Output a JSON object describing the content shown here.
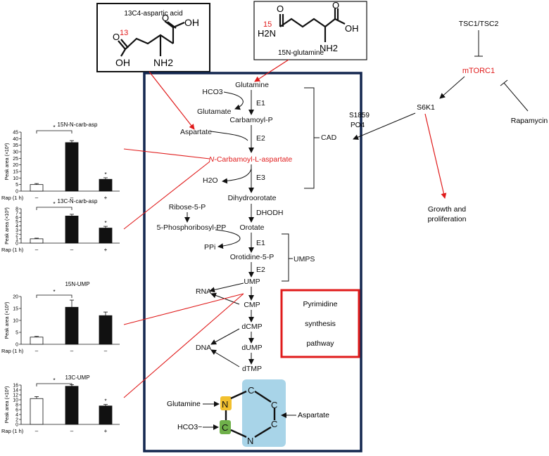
{
  "structures": {
    "aspartic": {
      "label": "13C4-aspartic acid",
      "isotope": "13",
      "oh1": "OH",
      "oh2": "OH",
      "o1": "O",
      "o2": "O",
      "nh2": "NH2"
    },
    "glutamine": {
      "label": "15N-glutamine",
      "isotope": "15",
      "h2n": "H2N",
      "oh": "OH",
      "o1": "O",
      "o2": "O",
      "nh2": "NH2"
    }
  },
  "pathway": {
    "glutamine": "Glutamine",
    "hco3": "HCO3",
    "e1": "E1",
    "glutamate": "Glutamate",
    "carbamoyl_p": "Carbamoyl-P",
    "aspartate": "Aspartate",
    "e2": "E2",
    "n_carbamoyl_italic": "N",
    "n_carbamoyl_rest": "-Carbamoyl-L-aspartate",
    "h2o": "H2O",
    "e3": "E3",
    "dihydroorotate": "Dihydroorotate",
    "dhodh": "DHODH",
    "ribose": "Ribose-5-P",
    "prpp": "5-Phosphoribosyl-PP",
    "orotate": "Orotate",
    "ppi": "PPi",
    "e1b": "E1",
    "orotidine": "Orotidine-5-P",
    "e2b": "E2",
    "ump": "UMP",
    "rna": "RNA",
    "cmp": "CMP",
    "dcmp": "dCMP",
    "dna": "DNA",
    "dump": "dUMP",
    "dtmp": "dTMP",
    "cad": "CAD",
    "umps": "UMPS"
  },
  "signaling": {
    "tsc": "TSC1/TSC2",
    "mtorc1": "mTORC1",
    "s6k1": "S6K1",
    "rapamycin": "Rapamycin",
    "s1859": "S1859",
    "po4": "PO4",
    "growth1": "Growth and",
    "growth2": "proliferation"
  },
  "pathway_box": {
    "line1": "Pyrimidine",
    "line2": "synthesis",
    "line3": "pathway"
  },
  "ring": {
    "glutamine": "Glutamine",
    "hco3": "HCO3−",
    "aspartate": "Aspartate",
    "atoms": [
      "N",
      "C",
      "C",
      "C",
      "N",
      "C"
    ]
  },
  "colors": {
    "red": "#e01b1b",
    "navy": "#13274f",
    "yellow": "#f2c02e",
    "green": "#6fb04a",
    "blue": "#a8d4e8"
  },
  "chart_data": [
    {
      "type": "bar",
      "title": "15N-N-carb-asp",
      "ylabel": "Peak area (×10³)",
      "ylim": [
        0,
        45
      ],
      "yticks": [
        "0",
        "5",
        "10",
        "15",
        "20",
        "25",
        "30",
        "35",
        "40",
        "45"
      ],
      "row_label": "Rap (1 h)",
      "categories": [
        "–",
        "–",
        "+"
      ],
      "values": [
        5,
        37,
        9
      ],
      "errors": [
        0.8,
        1.5,
        1.2
      ],
      "fills": [
        "#ffffff",
        "#111111",
        "#111111"
      ],
      "star_over": [
        2
      ],
      "bracket_star": "*"
    },
    {
      "type": "bar",
      "title": "13C-N-carb-asp",
      "ylabel": "Peak area (×10³)",
      "ylim": [
        0,
        8
      ],
      "yticks": [
        "0",
        "1",
        "2",
        "3",
        "4",
        "5",
        "6",
        "7",
        "8"
      ],
      "row_label": "Rap (1 h)",
      "categories": [
        "–",
        "–",
        "+"
      ],
      "values": [
        1,
        6.3,
        3.5
      ],
      "errors": [
        0.15,
        0.4,
        0.4
      ],
      "fills": [
        "#ffffff",
        "#111111",
        "#111111"
      ],
      "star_over": [
        2
      ],
      "bracket_star": "*"
    },
    {
      "type": "bar",
      "title": "15N-UMP",
      "ylabel": "Peak area (×10³)",
      "ylim": [
        0,
        20
      ],
      "yticks": [
        "0",
        "5",
        "10",
        "15",
        "20"
      ],
      "row_label": "Rap (1 h)",
      "categories": [
        "–",
        "–",
        "–"
      ],
      "values": [
        3,
        15.5,
        12
      ],
      "errors": [
        0.3,
        3,
        1.5
      ],
      "fills": [
        "#ffffff",
        "#111111",
        "#111111"
      ],
      "star_over": [],
      "bracket_star": "*"
    },
    {
      "type": "bar",
      "title": "13C-UMP",
      "ylabel": "Peak area (×10³)",
      "ylim": [
        0,
        16
      ],
      "yticks": [
        "0",
        "2",
        "4",
        "6",
        "8",
        "10",
        "12",
        "14",
        "16"
      ],
      "row_label": "Rap (1 h)",
      "categories": [
        "–",
        "–",
        "+"
      ],
      "values": [
        10.5,
        15.5,
        7.5
      ],
      "errors": [
        0.8,
        0.6,
        0.6
      ],
      "fills": [
        "#ffffff",
        "#111111",
        "#111111"
      ],
      "star_over": [
        2
      ],
      "bracket_star": "*"
    }
  ]
}
